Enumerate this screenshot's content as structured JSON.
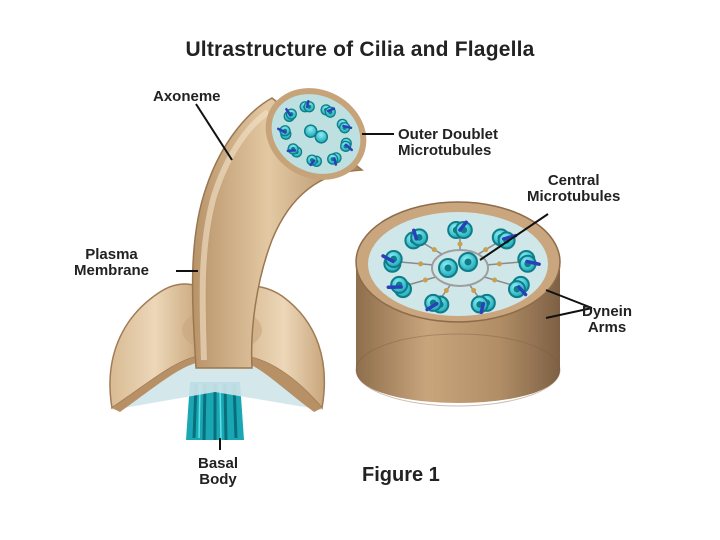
{
  "title": "Ultrastructure of Cilia and Flagella",
  "labels": {
    "axoneme": "Axoneme",
    "outer_doublet_1": "Outer Doublet",
    "outer_doublet_2": "Microtubules",
    "central_1": "Central",
    "central_2": "Microtubules",
    "plasma_1": "Plasma",
    "plasma_2": "Membrane",
    "dynein_1": "Dynein",
    "dynein_2": "Arms",
    "basal_1": "Basal",
    "basal_2": "Body"
  },
  "figure_caption": "Figure 1",
  "colors": {
    "membrane": "#d8b890",
    "membrane_dark": "#9c7a56",
    "cytoplasm": "#bfe0e0",
    "microtubule": "#2ec4cf",
    "microtubule_dark": "#11808c",
    "dynein_arm": "#2a3fb8",
    "spoke": "#8a8a8a"
  }
}
